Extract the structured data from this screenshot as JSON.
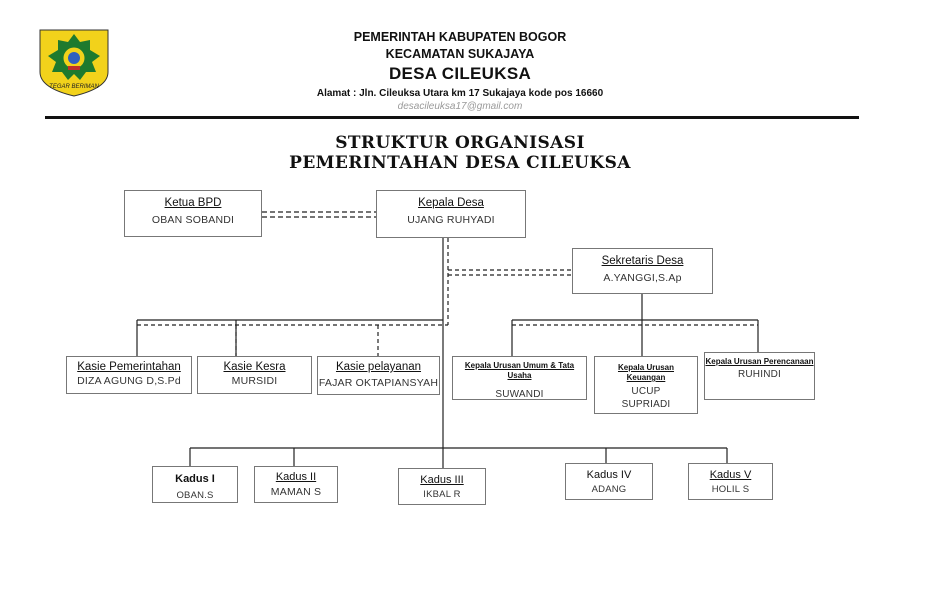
{
  "header": {
    "line1": "PEMERINTAH KABUPATEN BOGOR",
    "line2": "KECAMATAN SUKAJAYA",
    "line3": "DESA CILEUKSA",
    "address": "Alamat : Jln. Cileuksa Utara km 17  Sukajaya kode pos 16660",
    "email": "desacileuksa17@gmail.com",
    "logo_motto": "TEGAR BERIMAN"
  },
  "title": {
    "line1": "STRUKTUR ORGANISASI",
    "line2": "PEMERINTAHAN DESA CILEUKSA"
  },
  "org": {
    "ketua_bpd": {
      "role": "Ketua BPD",
      "name": "OBAN SOBANDI"
    },
    "kepala_desa": {
      "role": "Kepala Desa",
      "name": "UJANG RUHYADI"
    },
    "sekretaris": {
      "role": "Sekretaris Desa",
      "name": "A.YANGGI,S.Ap"
    },
    "kasie": [
      {
        "role": "Kasie Pemerintahan",
        "name": "DIZA AGUNG D,S.Pd"
      },
      {
        "role": "Kasie Kesra",
        "name": "MURSIDI"
      },
      {
        "role": "Kasie pelayanan",
        "name": "FAJAR OKTAPIANSYAH"
      }
    ],
    "kaur": [
      {
        "role": "Kepala Urusan Umum & Tata Usaha",
        "name": "SUWANDI"
      },
      {
        "role": "Kepala Urusan Keuangan",
        "name": "UCUP",
        "name2": "SUPRIADI"
      },
      {
        "role": "Kepala Urusan Perencanaan",
        "name": "RUHINDI"
      }
    ],
    "kadus": [
      {
        "role": "Kadus I",
        "name": "OBAN.S"
      },
      {
        "role": "Kadus II",
        "name": "MAMAN S"
      },
      {
        "role": "Kadus III",
        "name": "IKBAL R"
      },
      {
        "role": "Kadus IV",
        "name": "ADANG"
      },
      {
        "role": "Kadus V",
        "name": "HOLIL S"
      }
    ]
  },
  "colors": {
    "logo_green": "#1e7a2e",
    "logo_yellow": "#f2d21b"
  }
}
